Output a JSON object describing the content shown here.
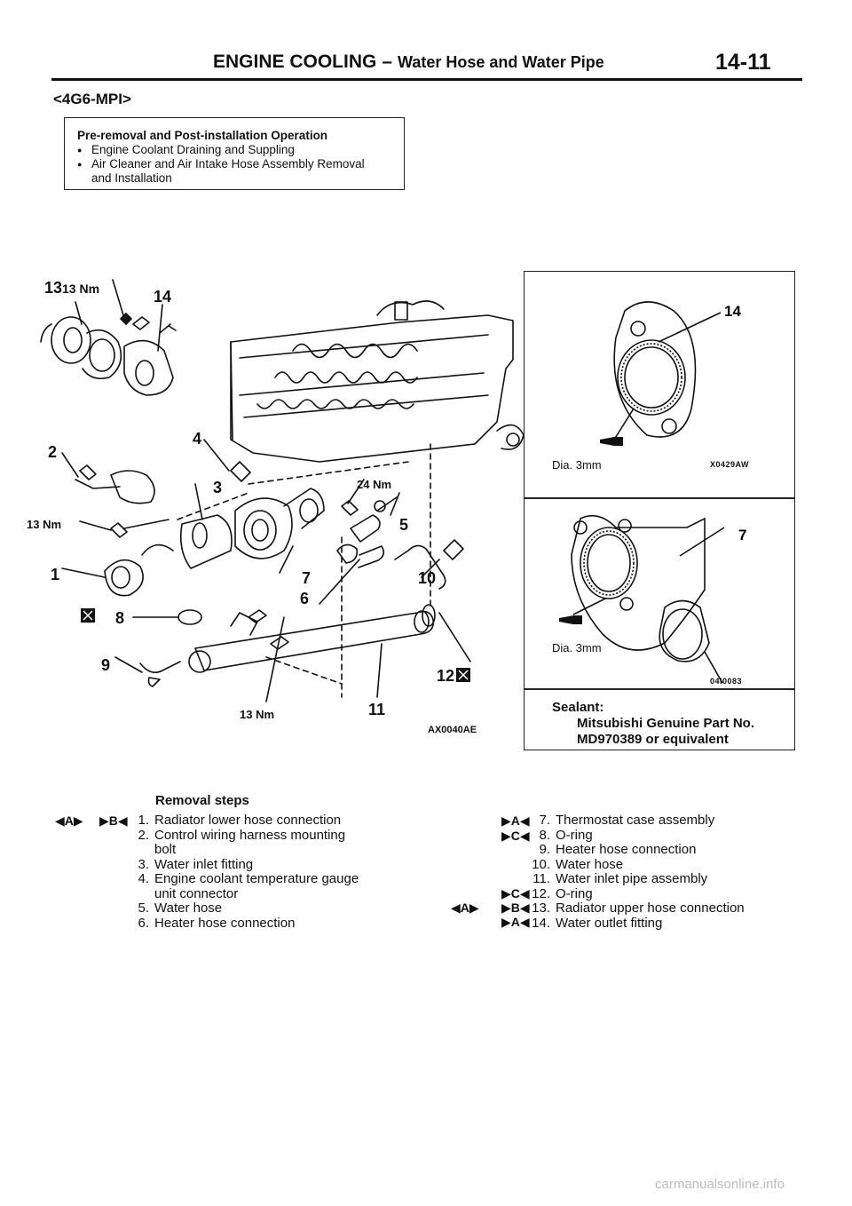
{
  "header": {
    "section": "ENGINE COOLING",
    "dash": "–",
    "subtitle": "Water Hose and Water Pipe",
    "page": "14-11"
  },
  "model": "<4G6-MPI>",
  "preremoval": {
    "title": "Pre-removal and Post-installation Operation",
    "items": [
      "Engine Coolant Draining and Suppling",
      "Air Cleaner and Air Intake Hose Assembly Removal",
      "and Installation"
    ]
  },
  "diagram": {
    "torque_top": "13 Nm",
    "torque_left": "13 Nm",
    "torque_mid": "24 Nm",
    "torque_bottom": "13 Nm",
    "code": "AX0040AE",
    "callouts": [
      "1",
      "2",
      "3",
      "4",
      "5",
      "6",
      "7",
      "8",
      "9",
      "10",
      "11",
      "12",
      "13",
      "14"
    ]
  },
  "detail_top": {
    "callout": "14",
    "dia": "Dia. 3mm",
    "code": "X0429AW"
  },
  "detail_mid": {
    "callout": "7",
    "dia": "Dia. 3mm",
    "code": "04I0083"
  },
  "sealant": {
    "label": "Sealant:",
    "line1": "Mitsubishi Genuine Part No.",
    "line2": "MD970389 or equivalent"
  },
  "removal": {
    "heading": "Removal steps",
    "markers": {
      "a": "◀A▶",
      "b": "▶B◀",
      "A": "▶A◀",
      "C": "▶C◀"
    },
    "left": [
      {
        "n": "1.",
        "text": "Radiator lower hose connection"
      },
      {
        "n": "2.",
        "text": "Control wiring harness mounting"
      },
      {
        "n": "",
        "text": "bolt"
      },
      {
        "n": "3.",
        "text": "Water inlet fitting"
      },
      {
        "n": "4.",
        "text": "Engine coolant temperature gauge"
      },
      {
        "n": "",
        "text": "unit connector"
      },
      {
        "n": "5.",
        "text": "Water hose"
      },
      {
        "n": "6.",
        "text": "Heater hose connection"
      }
    ],
    "right": [
      {
        "n": "7.",
        "text": "Thermostat case assembly"
      },
      {
        "n": "8.",
        "text": "O-ring"
      },
      {
        "n": "9.",
        "text": "Heater hose connection"
      },
      {
        "n": "10.",
        "text": "Water hose"
      },
      {
        "n": "11.",
        "text": "Water inlet pipe assembly"
      },
      {
        "n": "12.",
        "text": "O-ring"
      },
      {
        "n": "13.",
        "text": "Radiator upper hose connection"
      },
      {
        "n": "14.",
        "text": "Water outlet fitting"
      }
    ]
  },
  "watermark": "carmanualsonline.info"
}
